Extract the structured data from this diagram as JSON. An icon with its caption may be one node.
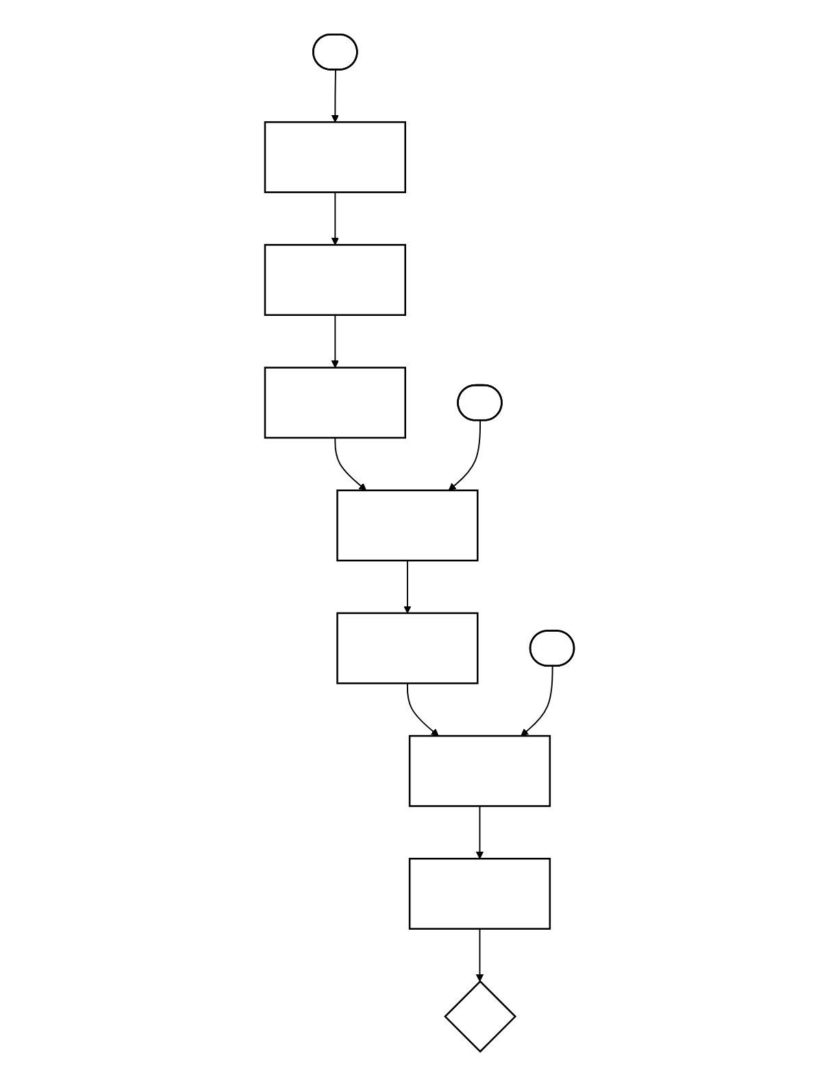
{
  "diagram": {
    "nodes": [
      {
        "text": [],
        "shape": "ellipse"
      },
      {
        "text": [],
        "shape": "box"
      },
      {
        "text": [],
        "shape": "box"
      },
      {
        "text": [],
        "shape": "box"
      },
      {
        "text": [],
        "shape": "ellipse"
      },
      {
        "text": [],
        "shape": "box"
      },
      {
        "text": [],
        "shape": "box"
      },
      {
        "text": [],
        "shape": "ellipse"
      },
      {
        "text": [],
        "shape": "box"
      },
      {
        "text": [],
        "shape": "box"
      },
      {
        "text": [],
        "shape": "diamond"
      }
    ],
    "edges": [
      {
        "from": 0,
        "to": 1,
        "arrow": "to"
      },
      {
        "from": 1,
        "to": 2,
        "arrow": "to"
      },
      {
        "from": 2,
        "to": 3,
        "arrow": "to"
      },
      {
        "from": 3,
        "to": 5,
        "arrow": "to"
      },
      {
        "from": 4,
        "to": 5,
        "arrow": "to"
      },
      {
        "from": 5,
        "to": 6,
        "arrow": "to"
      },
      {
        "from": 6,
        "to": 8,
        "arrow": "to"
      },
      {
        "from": 7,
        "to": 8,
        "arrow": "to"
      },
      {
        "from": 8,
        "to": 9,
        "arrow": "to"
      },
      {
        "from": 9,
        "to": 10,
        "arrow": "to"
      }
    ]
  }
}
